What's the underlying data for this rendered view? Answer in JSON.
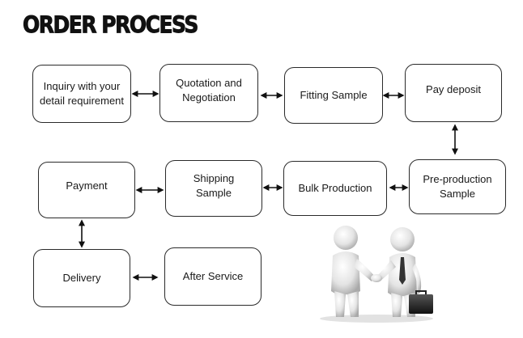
{
  "title": "ORDER PROCESS",
  "colors": {
    "border": "#2a2a2a",
    "arrow": "#111111",
    "text": "#1a1a1a"
  },
  "steps": [
    {
      "id": "inquiry",
      "label": "Inquiry with your\ndetail requirement"
    },
    {
      "id": "quotation",
      "label": "Quotation and\nNegotiation"
    },
    {
      "id": "fitting",
      "label": "Fitting Sample"
    },
    {
      "id": "deposit",
      "label": "Pay deposit"
    },
    {
      "id": "preproduction",
      "label": "Pre-production\nSample"
    },
    {
      "id": "bulk",
      "label": "Bulk Production"
    },
    {
      "id": "shipping",
      "label": "Shipping\nSample"
    },
    {
      "id": "payment",
      "label": "Payment"
    },
    {
      "id": "delivery",
      "label": "Delivery"
    },
    {
      "id": "after",
      "label": "After Service"
    }
  ],
  "illustration": "handshake-figures-icon"
}
